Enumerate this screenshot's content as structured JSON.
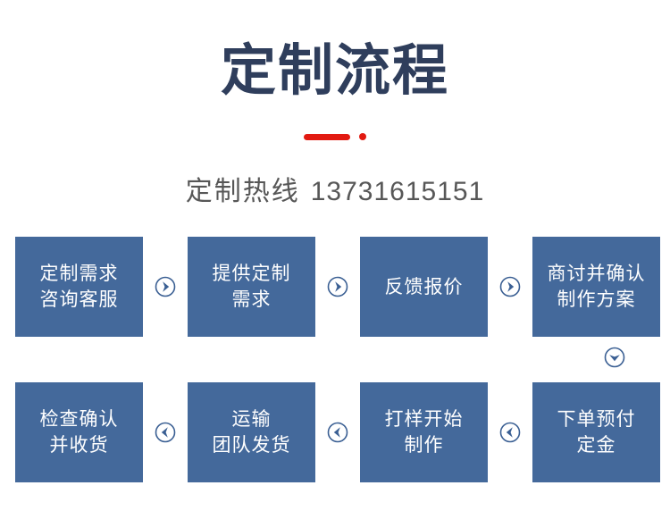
{
  "header": {
    "title": "定制流程",
    "title_color": "#2f3e5c",
    "divider": {
      "bar_color": "#e21a11",
      "dot_color": "#e21a11",
      "bar_name": "red-divider-bar",
      "dot_name": "red-divider-dot"
    },
    "hotline_label": "定制热线",
    "hotline_number": "13731615151",
    "hotline_color": "#575757"
  },
  "theme": {
    "box_fill": "#44699b",
    "box_text": "#ffffff",
    "arrow_stroke": "#3a5f93",
    "background": "#ffffff"
  },
  "flow": {
    "row1": {
      "steps": [
        {
          "lines": [
            "定制需求",
            "咨询客服"
          ]
        },
        {
          "lines": [
            "提供定制",
            "需求"
          ]
        },
        {
          "lines": [
            "反馈报价"
          ]
        },
        {
          "lines": [
            "商讨并确认",
            "制作方案"
          ]
        }
      ],
      "connectors": [
        "arrow-right-icon",
        "arrow-right-icon",
        "arrow-right-icon"
      ]
    },
    "row_connector": "arrow-down-icon",
    "row2": {
      "steps": [
        {
          "lines": [
            "检查确认",
            "并收货"
          ]
        },
        {
          "lines": [
            "运输",
            "团队发货"
          ]
        },
        {
          "lines": [
            "打样开始",
            "制作"
          ]
        },
        {
          "lines": [
            "下单预付",
            "定金"
          ]
        }
      ],
      "connectors": [
        "arrow-left-icon",
        "arrow-left-icon",
        "arrow-left-icon"
      ]
    }
  }
}
